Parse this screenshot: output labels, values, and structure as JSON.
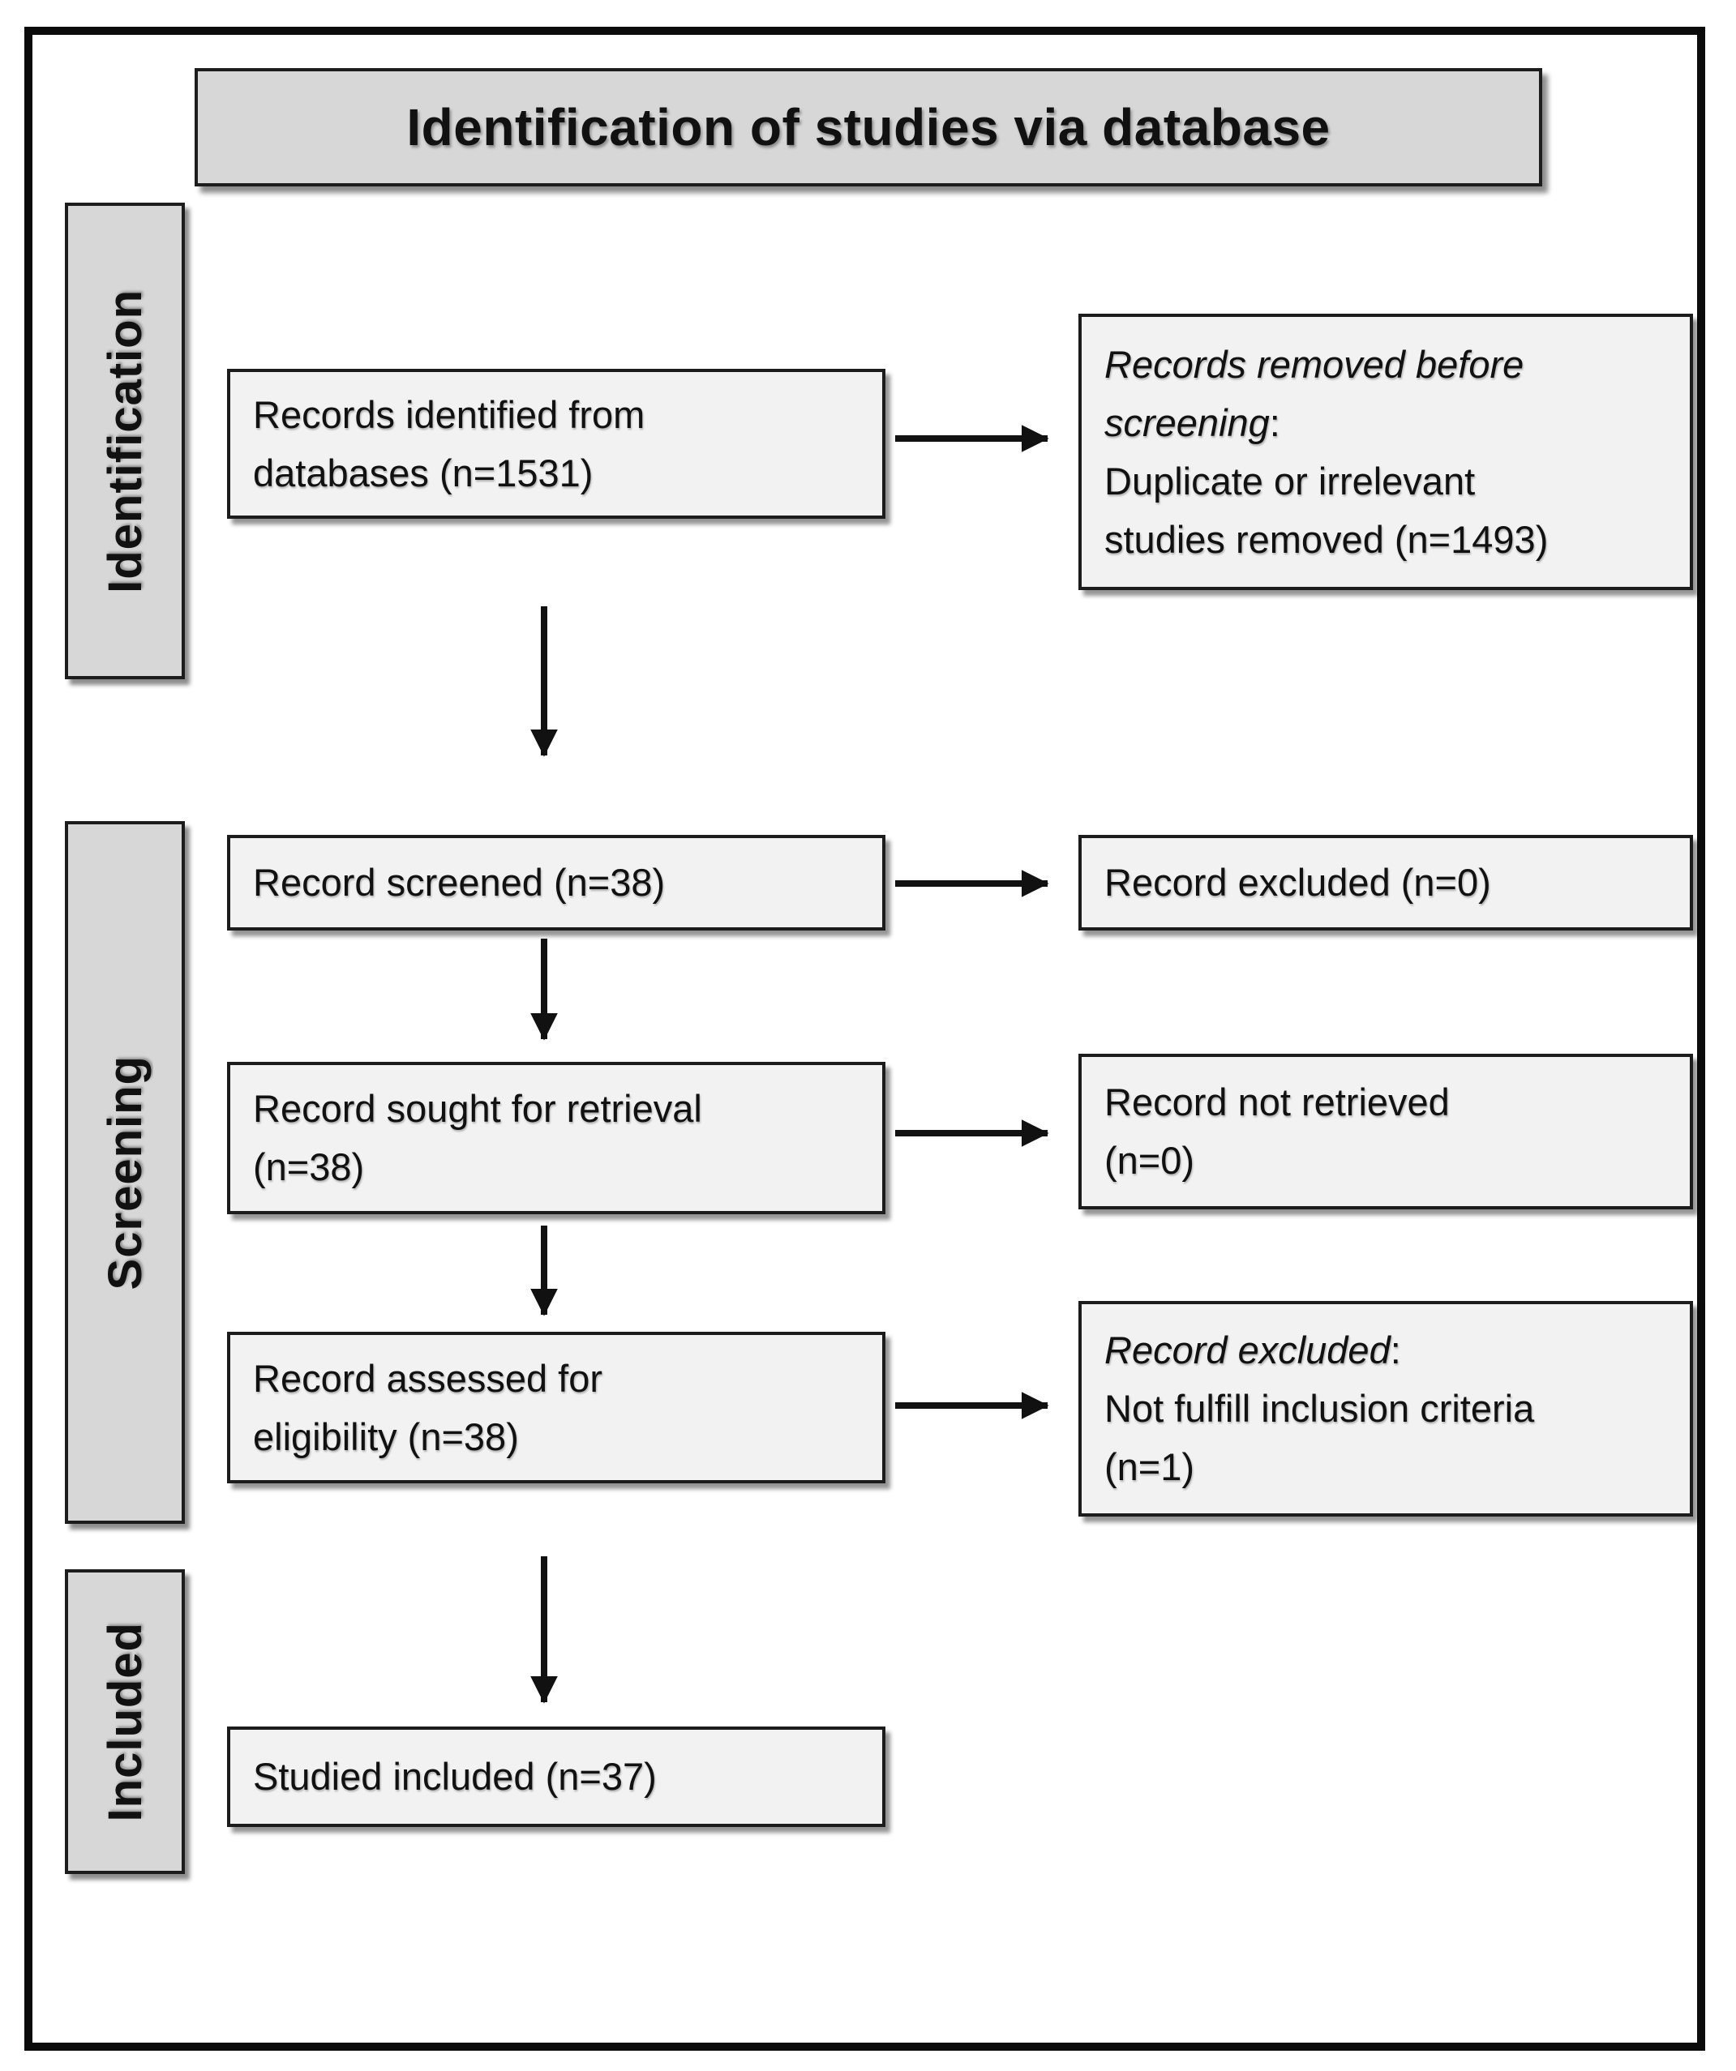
{
  "header": {
    "title": "Identification of studies via database"
  },
  "stages": [
    {
      "label": "Identification"
    },
    {
      "label": "Screening"
    },
    {
      "label": "Included"
    }
  ],
  "boxes": {
    "records_identified": "Records identified from\ndatabases (n=1531)",
    "records_removed": {
      "lead": "Records removed before\nscreening",
      "colon": ":",
      "detail": "\nDuplicate or irrelevant\nstudies removed (n=1493)"
    },
    "record_screened": "Record screened (n=38)",
    "record_excluded": "Record excluded (n=0)",
    "record_sought": "Record sought for retrieval\n(n=38)",
    "record_not_retrieved": "Record not retrieved\n(n=0)",
    "record_assessed": "Record assessed for\neligibility (n=38)",
    "record_excluded_criteria": {
      "lead": "Record excluded",
      "colon": ":",
      "detail": "\nNot fulfill inclusion criteria\n(n=1)"
    },
    "studies_included": "Studied included (n=37)"
  },
  "colors": {
    "header_fill": "#d7d7d7",
    "box_fill": "#f2f2f2",
    "border": "#1c1c1c",
    "arrow": "#111111"
  }
}
